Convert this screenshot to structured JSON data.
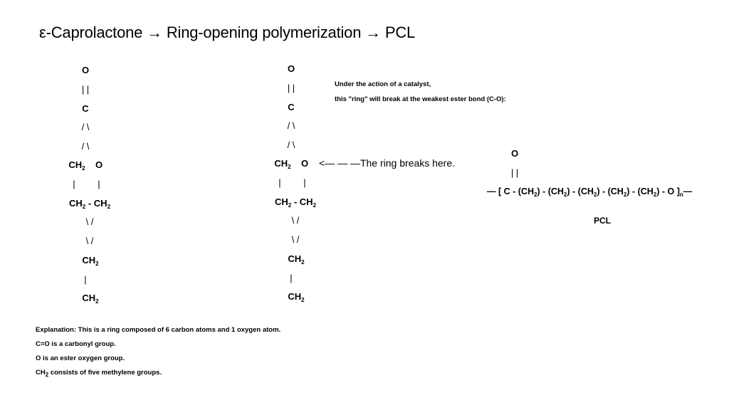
{
  "title": "ε-Caprolactone → Ring-opening polymerization → PCL",
  "structure_left": {
    "top_O": "O",
    "double_bond": "| |",
    "carbonyl_C": "C",
    "bond_a": "/ \\",
    "bond_b": "/   \\",
    "left_CH": "CH",
    "left_sub": "2",
    "ester_O": "O",
    "vbar_left": "|",
    "vbar_right": "|",
    "mid_row": "CH",
    "mid_sub1": "2",
    "mid_dash": " - CH",
    "mid_sub2": "2",
    "bond_c": "\\      /",
    "bond_d": "\\  /",
    "lower_CH": "CH",
    "lower_sub": "2",
    "vbar_bottom": "|",
    "bottom_CH": "CH",
    "bottom_sub": "2"
  },
  "structure_middle": {
    "top_O": "O",
    "double_bond": "| |",
    "carbonyl_C": "C",
    "bond_a": "/ \\",
    "bond_b": "/   \\",
    "left_CH": "CH",
    "left_sub": "2",
    "ester_O": "O",
    "vbar_left": "|",
    "vbar_right": "|",
    "mid_row": "CH",
    "mid_sub1": "2",
    "mid_dash": " - CH",
    "mid_sub2": "2",
    "bond_c": "\\      /",
    "bond_d": "\\  /",
    "lower_CH": "CH",
    "lower_sub": "2",
    "vbar_bottom": "|",
    "bottom_CH": "CH",
    "bottom_sub": "2"
  },
  "callout": {
    "arrow_text": "<— — —The ring breaks here."
  },
  "catalyst_note": {
    "line1": "Under the action of a catalyst,",
    "line2": "this \"ring\" will break at the weakest ester bond (C-O):"
  },
  "pcl": {
    "top_O": "O",
    "double_bond": "| |",
    "chain_prefix": "— [ C - ",
    "units": [
      "(CH",
      "(CH",
      "(CH",
      "(CH",
      "(CH"
    ],
    "unit_sub": "2",
    "unit_close": ") - ",
    "chain_suffix": "O ]",
    "repeat_sub": "n",
    "chain_end": "—",
    "label": "PCL"
  },
  "explanation": {
    "line1": "Explanation: This is a ring composed of 6 carbon atoms and 1 oxygen atom.",
    "line2": "C=O is a carbonyl group.",
    "line3": "O is an ester oxygen group.",
    "line4_main": "CH",
    "line4_sub": "2",
    "line4_rest": " consists of five methylene groups."
  }
}
